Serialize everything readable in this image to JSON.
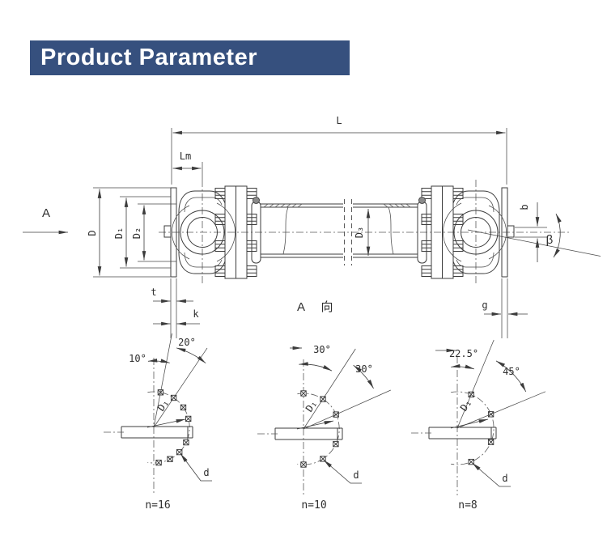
{
  "header": {
    "title": "Product Parameter"
  },
  "colors": {
    "banner_bg": "#36507E",
    "banner_text": "#FFFFFF",
    "line": "#3C3C3C"
  },
  "drawing": {
    "view_arrow_label": "A",
    "view_ref": {
      "letter": "A",
      "cn": "向"
    },
    "dims": {
      "L": "L",
      "Lm": "Lm",
      "D": "D",
      "D1": "D₁",
      "D2": "D₂",
      "D3": "D₃",
      "t": "t",
      "k": "k",
      "g": "g",
      "b": "b",
      "beta": "β"
    }
  },
  "bolt_diagrams": [
    {
      "angle_first": "10°",
      "angle_step": "20°",
      "circle_label": "D₁",
      "hole_label": "d",
      "count_label": "n=16"
    },
    {
      "angle_first": "30°",
      "angle_step": "30°",
      "circle_label": "D₁",
      "hole_label": "d",
      "count_label": "n=10"
    },
    {
      "angle_first": "22.5°",
      "angle_step": "45°",
      "circle_label": "D₁",
      "hole_label": "d",
      "count_label": "n=8"
    }
  ]
}
